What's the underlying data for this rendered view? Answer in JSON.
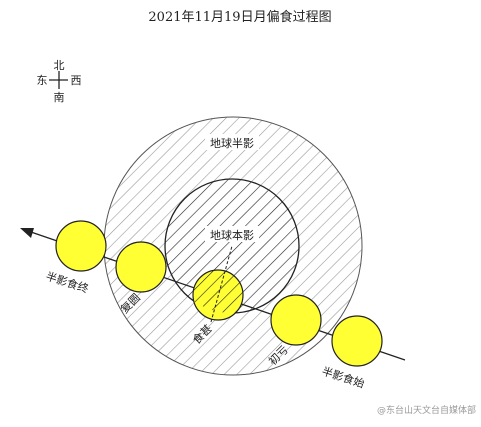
{
  "title": "2021年11月19日月偏食过程图",
  "compass": {
    "north": "北",
    "south": "南",
    "east": "东",
    "west": "西"
  },
  "regions": {
    "penumbra": "地球半影",
    "umbra": "地球本影"
  },
  "phases": [
    {
      "key": "penumbra_end",
      "label": "半影食终"
    },
    {
      "key": "umbra_end",
      "label": "复圆"
    },
    {
      "key": "greatest",
      "label": "食甚"
    },
    {
      "key": "umbra_start",
      "label": "初亏"
    },
    {
      "key": "penumbra_start",
      "label": "半影食始"
    }
  ],
  "watermark": "@东台山天文台自媒体部",
  "colors": {
    "moon_fill": "#ffff33",
    "moon_stroke": "#222222",
    "hatch_penumbra": "#9a9a9a",
    "hatch_umbra": "#222222",
    "line": "#222222"
  }
}
